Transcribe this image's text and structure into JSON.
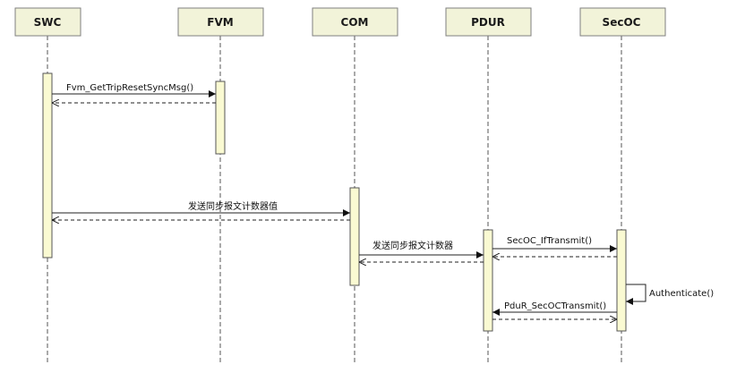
{
  "participants": [
    "SWC",
    "FVM",
    "COM",
    "PDUR",
    "SecOC"
  ],
  "messages": {
    "m1": "Fvm_GetTripResetSyncMsg()",
    "m2": "发送同步报文计数器值",
    "m3": "发送同步报文计数器",
    "m4": "SecOC_IfTransmit()",
    "m5": "Authenticate()",
    "m6": "PduR_SecOCTransmit()"
  }
}
